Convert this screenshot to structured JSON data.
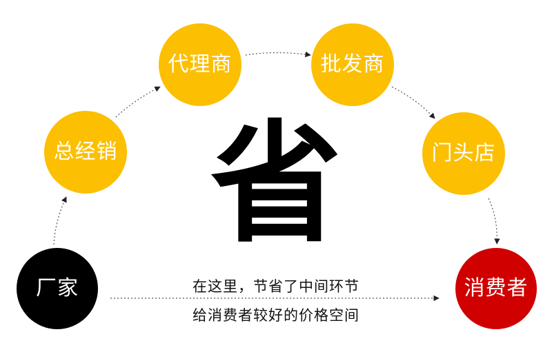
{
  "nodes": {
    "manufacturer": "厂家",
    "distributor": "总经销",
    "agent": "代理商",
    "wholesaler": "批发商",
    "storefront": "门头店",
    "consumer": "消费者"
  },
  "center_char": "省",
  "caption_line1": "在这里，节省了中间环节",
  "caption_line2": "给消费者较好的价格空间",
  "colors": {
    "yellow": "#fcbf02",
    "black": "#000000",
    "red": "#d00000",
    "arrow": "#555555"
  }
}
